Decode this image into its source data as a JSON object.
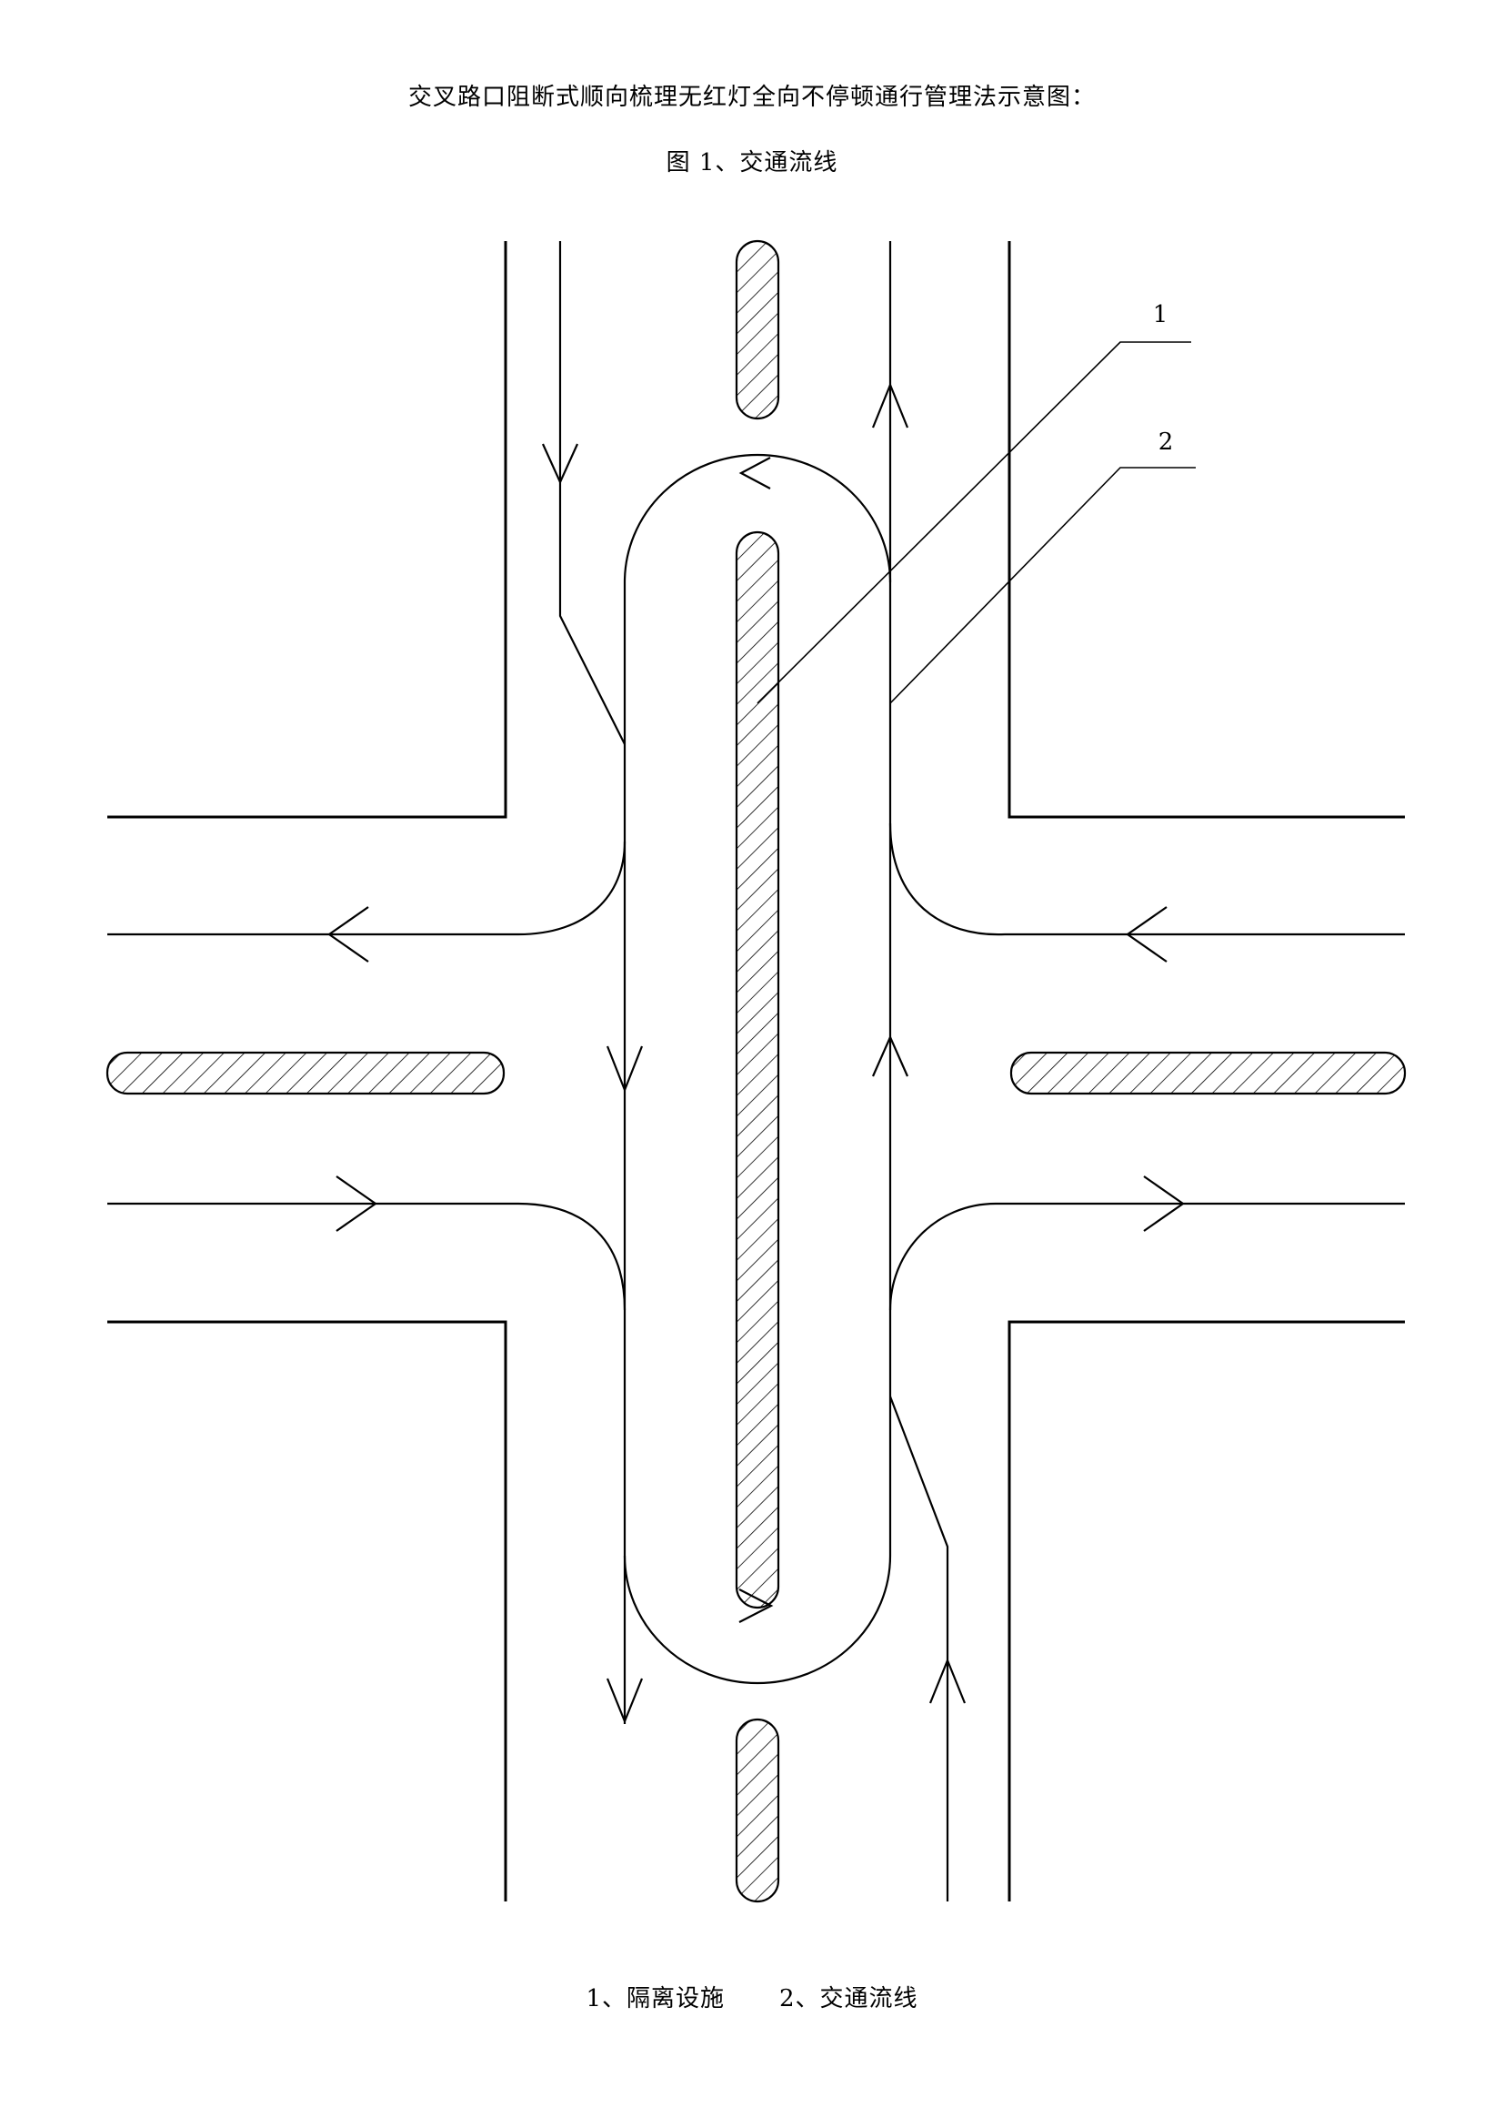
{
  "title": "交叉路口阻断式顺向梳理无红灯全向不停顿通行管理法示意图：",
  "subtitle": "图 1、交通流线",
  "labels": {
    "label1": "1",
    "label2": "2"
  },
  "legend": [
    {
      "num": "1、",
      "text": "隔离设施"
    },
    {
      "num": "2、",
      "text": "交通流线"
    }
  ]
}
